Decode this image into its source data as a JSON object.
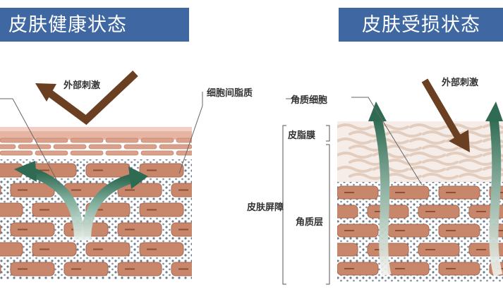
{
  "panels": {
    "healthy": {
      "title": "皮肤健康状态",
      "stimulus_label": "外部刺激",
      "intercellular_label": "细胞间脂质"
    },
    "damaged": {
      "title": "皮肤受损状态",
      "stimulus_label": "外部刺激"
    }
  },
  "legend": {
    "corneocyte": "角质细胞",
    "sebum_film": "皮脂膜",
    "skin_barrier": "皮肤屏障",
    "stratum_corneum": "角质层"
  },
  "colors": {
    "banner": "#3f68a3",
    "brick": "#c8876a",
    "brick_edge": "#a96a50",
    "sebum": "#e8b8a8",
    "lipid_dot": "#6d7c8c",
    "arrow_stimulus": "#6b3f22",
    "arrow_green": "#2f6a52"
  },
  "icons": [
    "stimulus-arrow",
    "moisture-arrow",
    "bracket"
  ]
}
